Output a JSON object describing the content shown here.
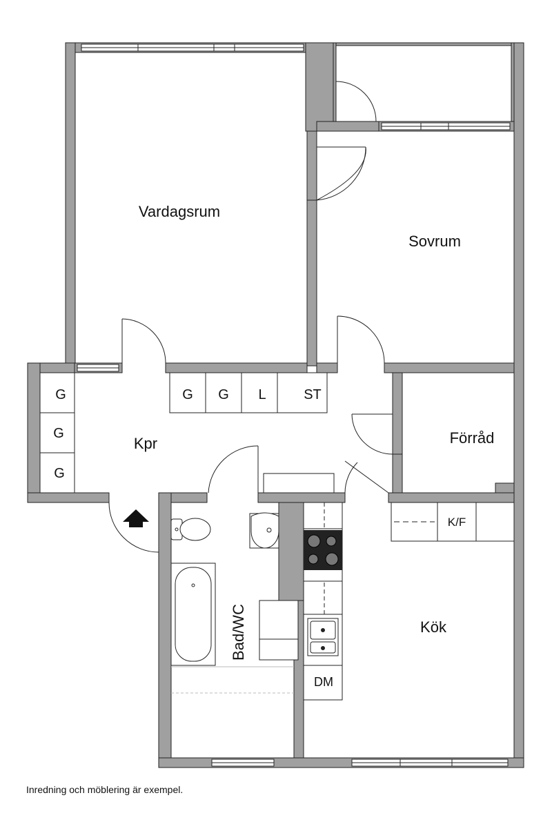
{
  "rooms": {
    "vardagsrum": "Vardagsrum",
    "sovrum": "Sovrum",
    "kpr": "Kpr",
    "forrad": "Förråd",
    "bad": "Bad/WC",
    "kok": "Kök"
  },
  "closets": {
    "left_1": "G",
    "left_2": "G",
    "left_3": "G",
    "row_1": "G",
    "row_2": "G",
    "row_3": "L",
    "row_4": "ST"
  },
  "kitchen": {
    "fridge_freezer": "K/F",
    "dishwasher": "DM"
  },
  "footer": {
    "note": "Inredning och möblering är exempel."
  },
  "colors": {
    "wall": "#a0a0a0",
    "wall_outline": "#222222"
  },
  "icons": [
    "entrance-arrow-icon",
    "window-icon",
    "door-swing-icon",
    "toilet-icon",
    "sink-icon",
    "bathtub-icon",
    "stove-icon",
    "kitchen-sink-icon"
  ]
}
